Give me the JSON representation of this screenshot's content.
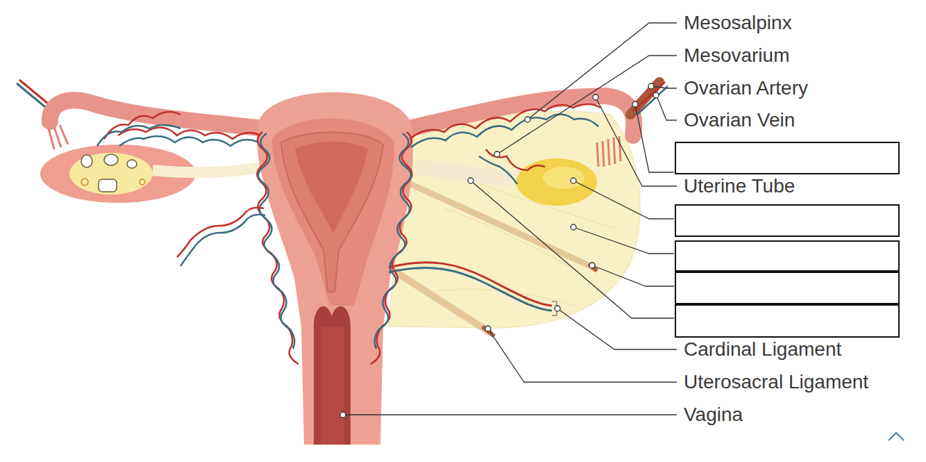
{
  "diagram": {
    "labels": [
      "Mesosalpinx",
      "Mesovarium",
      "Ovarian Artery",
      "Ovarian Vein",
      "Uterine Tube",
      "Cardinal Ligament",
      "Uterosacral Ligament",
      "Vagina"
    ]
  }
}
